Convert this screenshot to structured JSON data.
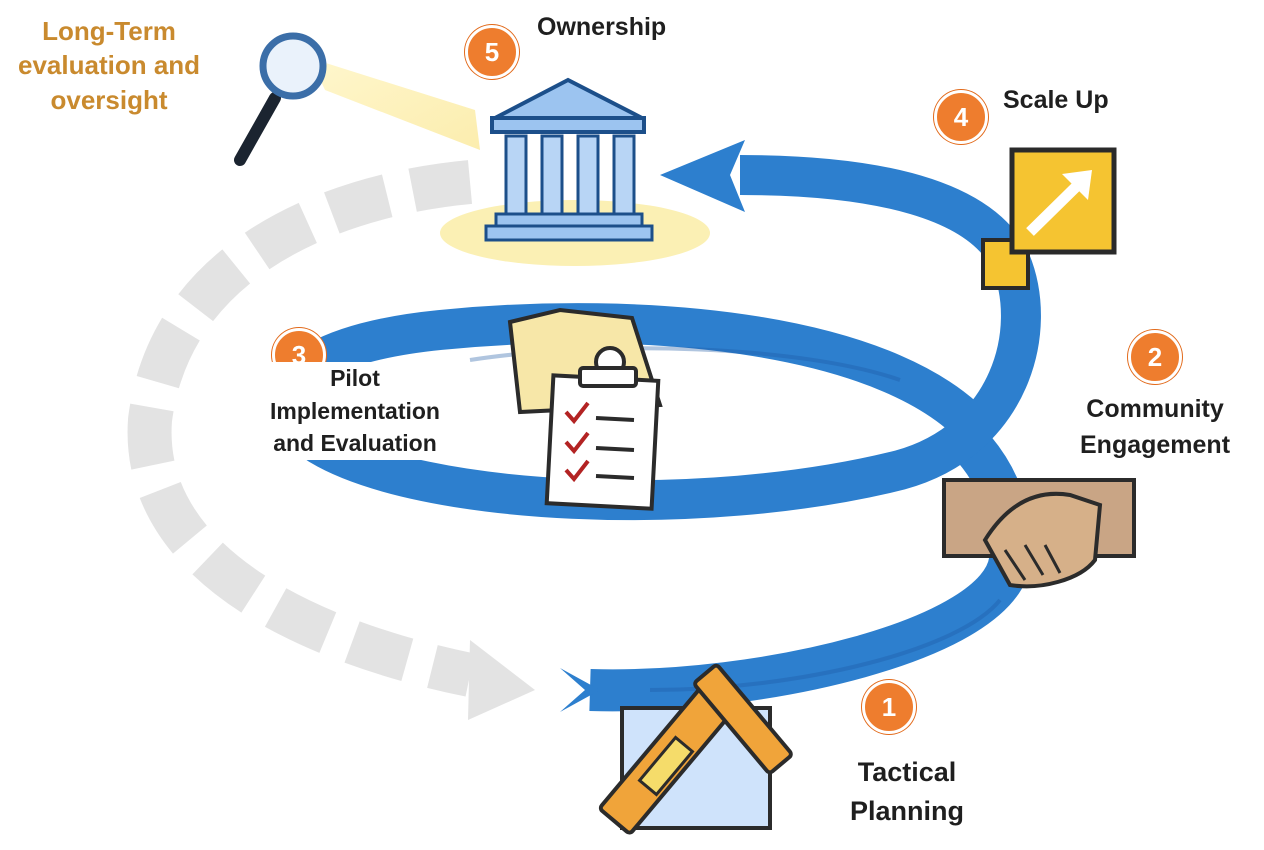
{
  "steps": [
    {
      "number": "1",
      "lines": [
        "Tactical",
        "Planning"
      ]
    },
    {
      "number": "2",
      "lines": [
        "Community",
        "Engagement"
      ]
    },
    {
      "number": "3",
      "lines": [
        "Pilot",
        "Implementation",
        "and Evaluation"
      ]
    },
    {
      "number": "4",
      "lines": [
        "Scale Up"
      ]
    },
    {
      "number": "5",
      "lines": [
        "Ownership"
      ]
    }
  ],
  "long_term": {
    "lines": [
      "Long-Term",
      "evaluation and",
      "oversight"
    ]
  },
  "icons": [
    "ruler-pencil-icon",
    "handshake-icon",
    "folder-clipboard-icon",
    "scale-up-arrow-icon",
    "institution-building-icon",
    "magnifying-glass-icon"
  ],
  "colors": {
    "spiral": "#2d7fce",
    "spiral_dark": "#1c5aa3",
    "badge": "#ee7d2e",
    "long_term_text": "#c98a2e",
    "dashed_arrow": "#e2e2e2",
    "highlight": "#fbf0b4",
    "icon_yellow": "#f5c431",
    "icon_orange": "#f0a43a",
    "building_blue": "#9cc4f0"
  }
}
